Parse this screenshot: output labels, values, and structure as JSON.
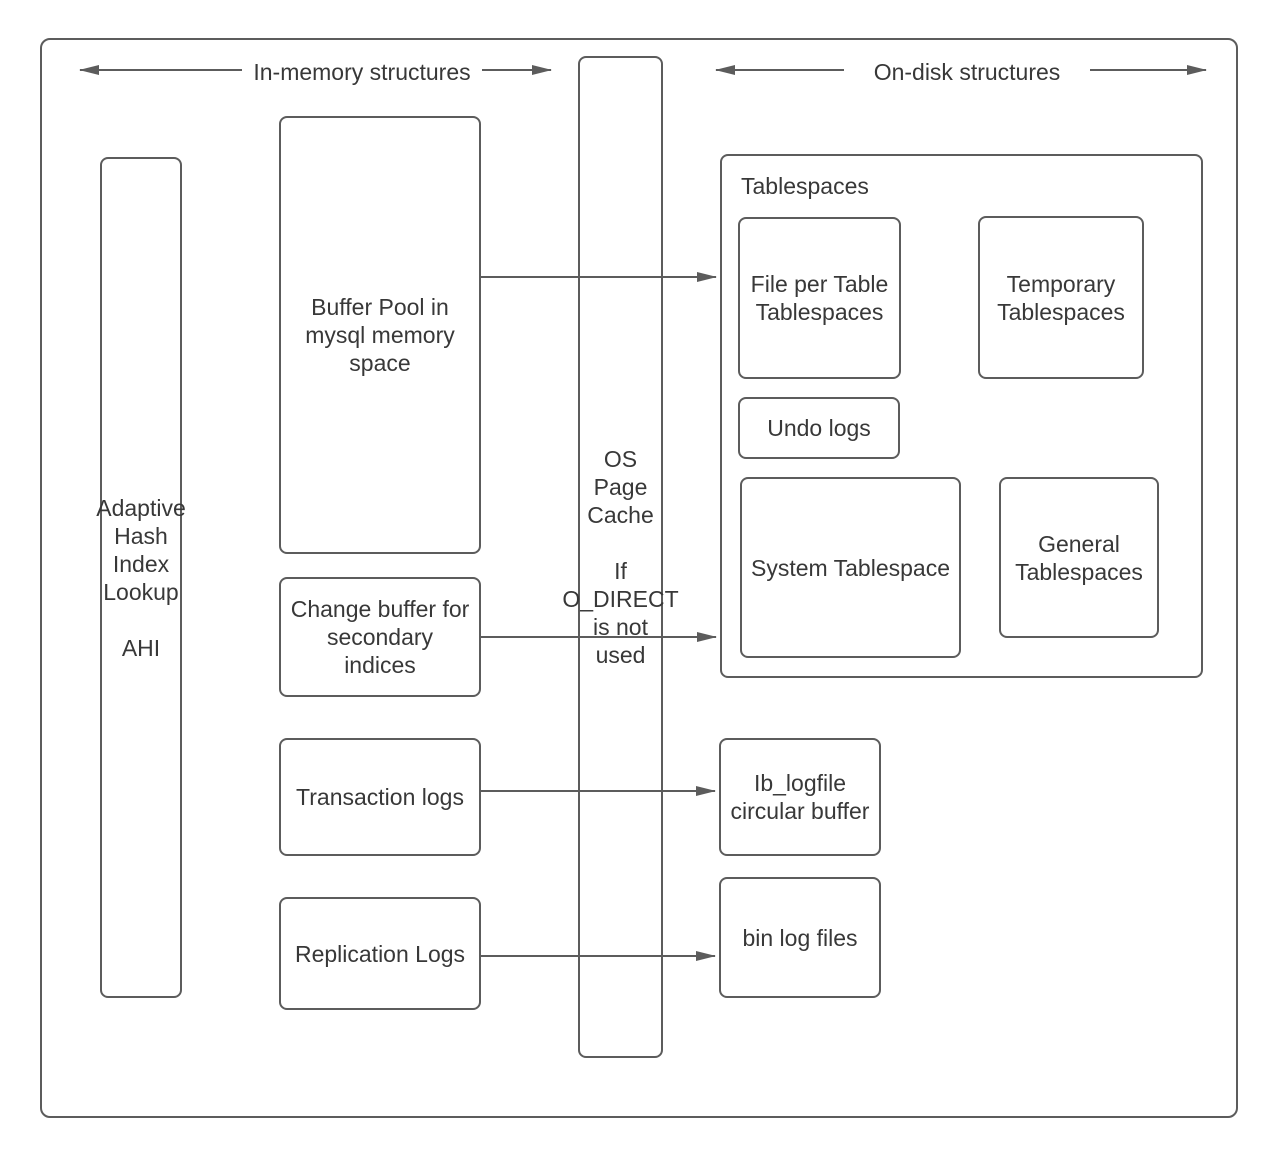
{
  "colors": {
    "stroke": "#5c5c5c",
    "text": "#383838",
    "background": "#ffffff"
  },
  "headers": {
    "in_memory": "In-memory structures",
    "on_disk": "On-disk structures"
  },
  "nodes": {
    "ahi": "Adaptive\nHash\nIndex\nLookup\n\nAHI",
    "buffer_pool": "Buffer Pool in\nmysql memory\nspace",
    "change_buffer": "Change buffer for\nsecondary\nindices",
    "transaction_logs": "Transaction logs",
    "replication_logs": "Replication Logs",
    "os_page_cache": "OS\nPage\nCache\n\nIf\nO_DIRECT\nis not\nused",
    "tablespaces": "Tablespaces",
    "file_per_table": "File per Table\nTablespaces",
    "temporary_tablespaces": "Temporary\nTablespaces",
    "undo_logs": "Undo logs",
    "system_tablespace": "System Tablespace",
    "general_tablespaces": "General\nTablespaces",
    "ib_logfile": "Ib_logfile\ncircular buffer",
    "bin_log_files": "bin log files"
  },
  "edges": [
    {
      "from": "buffer_pool",
      "to": "tablespaces"
    },
    {
      "from": "change_buffer",
      "to": "tablespaces"
    },
    {
      "from": "transaction_logs",
      "to": "ib_logfile"
    },
    {
      "from": "replication_logs",
      "to": "bin_log_files"
    }
  ]
}
